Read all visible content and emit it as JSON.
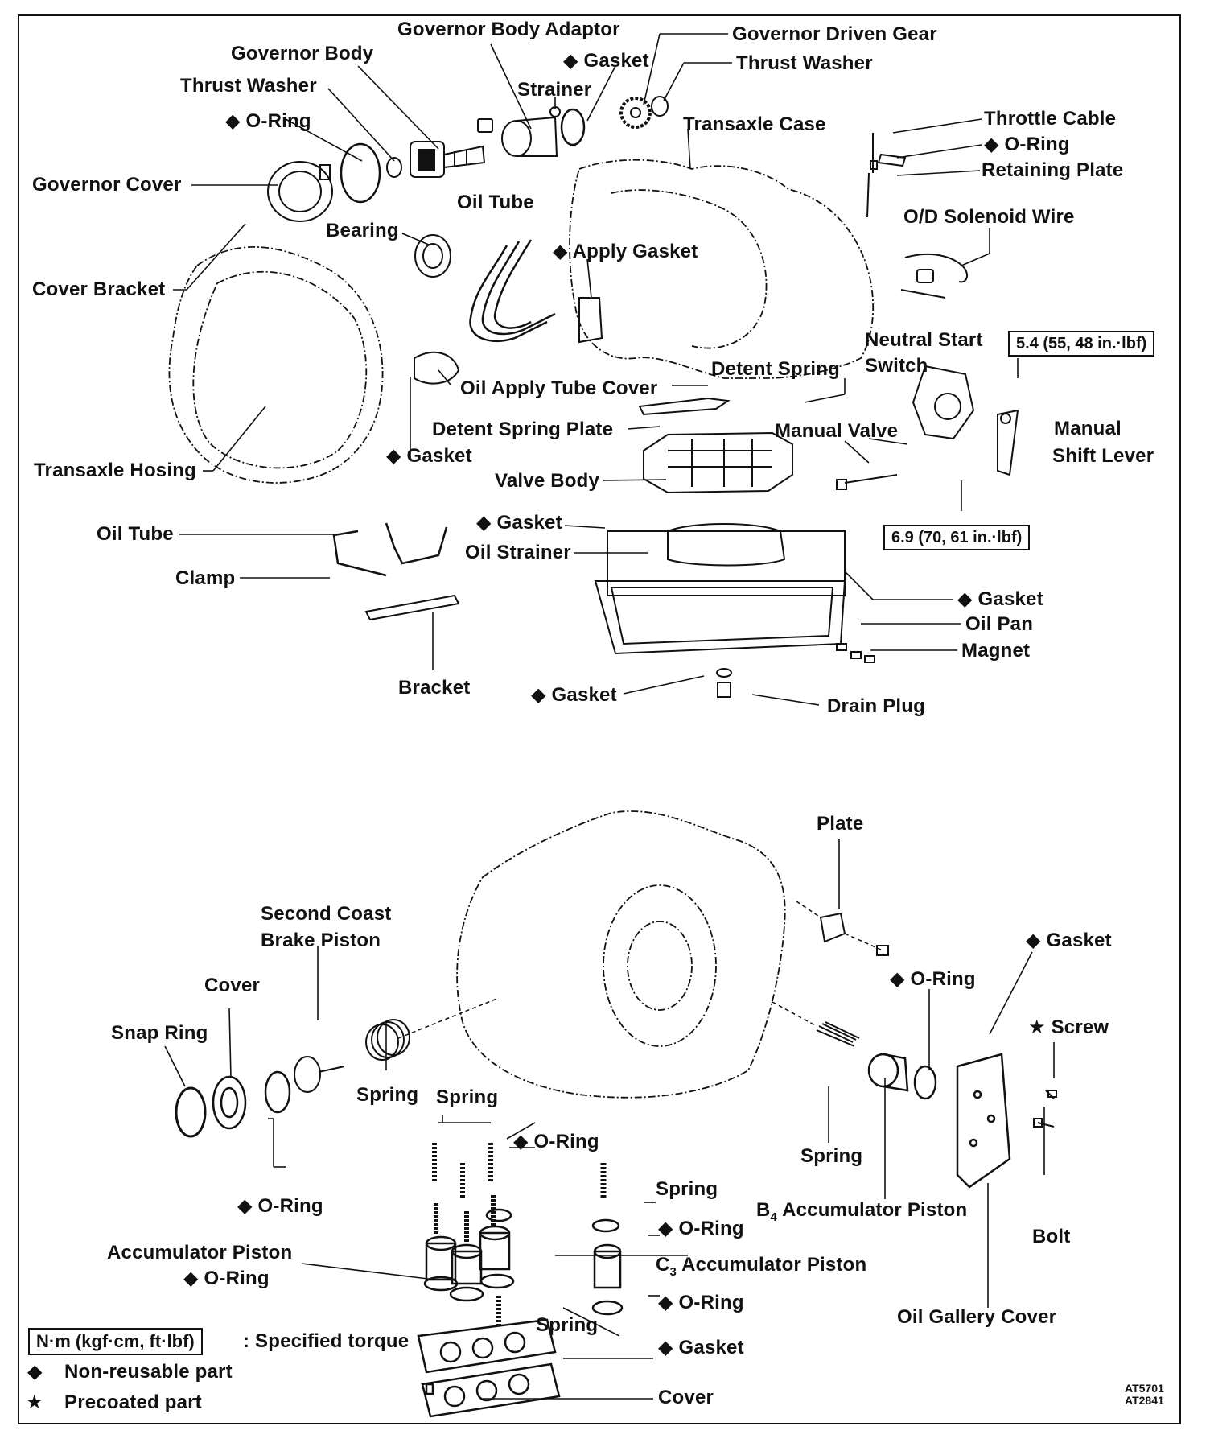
{
  "labels": {
    "governor_body_adaptor": "Governor Body Adaptor",
    "governor_driven_gear": "Governor Driven Gear",
    "governor_body": "Governor Body",
    "gasket_top": "◆ Gasket",
    "thrust_washer_right": "Thrust Washer",
    "thrust_washer_left": "Thrust Washer",
    "strainer": "Strainer",
    "oring_governor": "◆ O-Ring",
    "transaxle_case": "Transaxle Case",
    "throttle_cable": "Throttle Cable",
    "oring_throttle": "◆ O-Ring",
    "retaining_plate": "Retaining Plate",
    "governor_cover": "Governor Cover",
    "oil_tube_top": "Oil Tube",
    "od_solenoid_wire": "O/D Solenoid Wire",
    "bearing": "Bearing",
    "apply_gasket": "◆ Apply Gasket",
    "cover_bracket": "Cover Bracket",
    "neutral_start_switch_1": "Neutral Start",
    "neutral_start_switch_2": "Switch",
    "detent_spring": "Detent Spring",
    "oil_apply_tube_cover": "Oil Apply Tube Cover",
    "detent_spring_plate": "Detent Spring Plate",
    "manual_valve": "Manual Valve",
    "manual_shift_lever_1": "Manual",
    "manual_shift_lever_2": "Shift Lever",
    "gasket_left": "◆ Gasket",
    "transaxle_hosing": "Transaxle Hosing",
    "valve_body": "Valve Body",
    "gasket_valve": "◆ Gasket",
    "oil_tube_mid": "Oil Tube",
    "oil_strainer": "Oil Strainer",
    "clamp": "Clamp",
    "gasket_pan": "◆ Gasket",
    "oil_pan": "Oil Pan",
    "magnet": "Magnet",
    "bracket": "Bracket",
    "gasket_drain": "◆ Gasket",
    "drain_plug": "Drain Plug",
    "plate": "Plate",
    "second_coast_1": "Second Coast",
    "second_coast_2": "Brake Piston",
    "gasket_gallery": "◆ Gasket",
    "cover_top": "Cover",
    "oring_b4": "◆ O-Ring",
    "snap_ring": "Snap Ring",
    "screw": "★ Screw",
    "spring_coast": "Spring",
    "spring_group": "Spring",
    "oring_group": "◆ O-Ring",
    "spring_b4": "Spring",
    "spring_c3": "Spring",
    "oring_cover": "◆ O-Ring",
    "oring_c3_top": "◆ O-Ring",
    "b4_prefix": "B",
    "b4_sub": "4",
    "b4_suffix": " Accumulator Piston",
    "bolt": "Bolt",
    "accumulator_piston": "Accumulator Piston",
    "c3_prefix": "C",
    "c3_sub": "3",
    "c3_suffix": " Accumulator Piston",
    "oring_acc": "◆ O-Ring",
    "oring_c3_bottom": "◆ O-Ring",
    "oil_gallery_cover": "Oil Gallery Cover",
    "spring_bottom": "Spring",
    "gasket_bottom": "◆ Gasket",
    "cover_bottom": "Cover"
  },
  "torques": {
    "neutral_start": "5.4 (55, 48 in.·lbf)",
    "manual_shift": "6.9 (70, 61 in.·lbf)"
  },
  "legend": {
    "unit_box": "N·m (kgf·cm, ft·lbf)",
    "unit_text": ": Specified torque",
    "non_reusable_symbol": "◆",
    "non_reusable_text": "Non-reusable part",
    "precoated_symbol": "★",
    "precoated_text": "Precoated part"
  },
  "codes": [
    "AT5701",
    "AT2841"
  ]
}
